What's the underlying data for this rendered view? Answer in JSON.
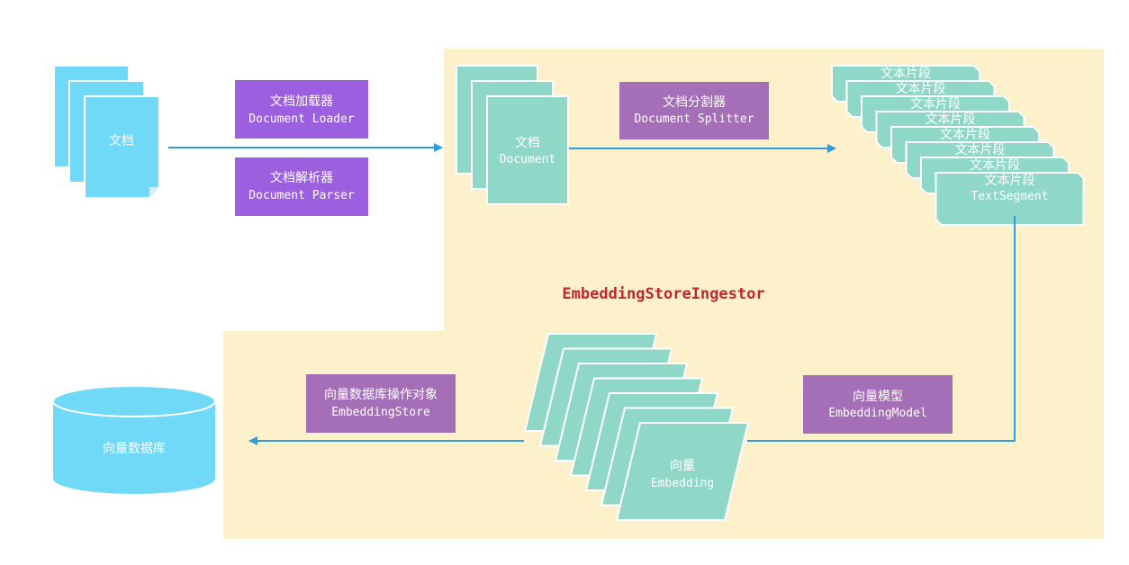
{
  "colors": {
    "region": "#fdf1cc",
    "doc_blue": "#6fd9f7",
    "teal": "#8fd8c7",
    "purple": "#9b5fe0",
    "mauve": "#a56fb7",
    "arrow": "#2f9be0",
    "title": "#c0262d"
  },
  "nodes": {
    "source_doc": {
      "label": "文档"
    },
    "loader": {
      "cn": "文档加载器",
      "en": "Document Loader"
    },
    "parser": {
      "cn": "文档解析器",
      "en": "Document Parser"
    },
    "document": {
      "cn": "文档",
      "en": "Document"
    },
    "splitter": {
      "cn": "文档分割器",
      "en": "Document Splitter"
    },
    "segments": {
      "cn": "文本片段",
      "en": "TextSegment",
      "count": 8
    },
    "embedding_model": {
      "cn": "向量模型",
      "en": "EmbeddingModel"
    },
    "embedding": {
      "cn": "向量",
      "en": "Embedding",
      "count": 7
    },
    "embedding_store": {
      "cn": "向量数据库操作对象",
      "en": "EmbeddingStore"
    },
    "vector_db": {
      "label": "向量数据库"
    }
  },
  "region_label": "EmbeddingStoreIngestor"
}
